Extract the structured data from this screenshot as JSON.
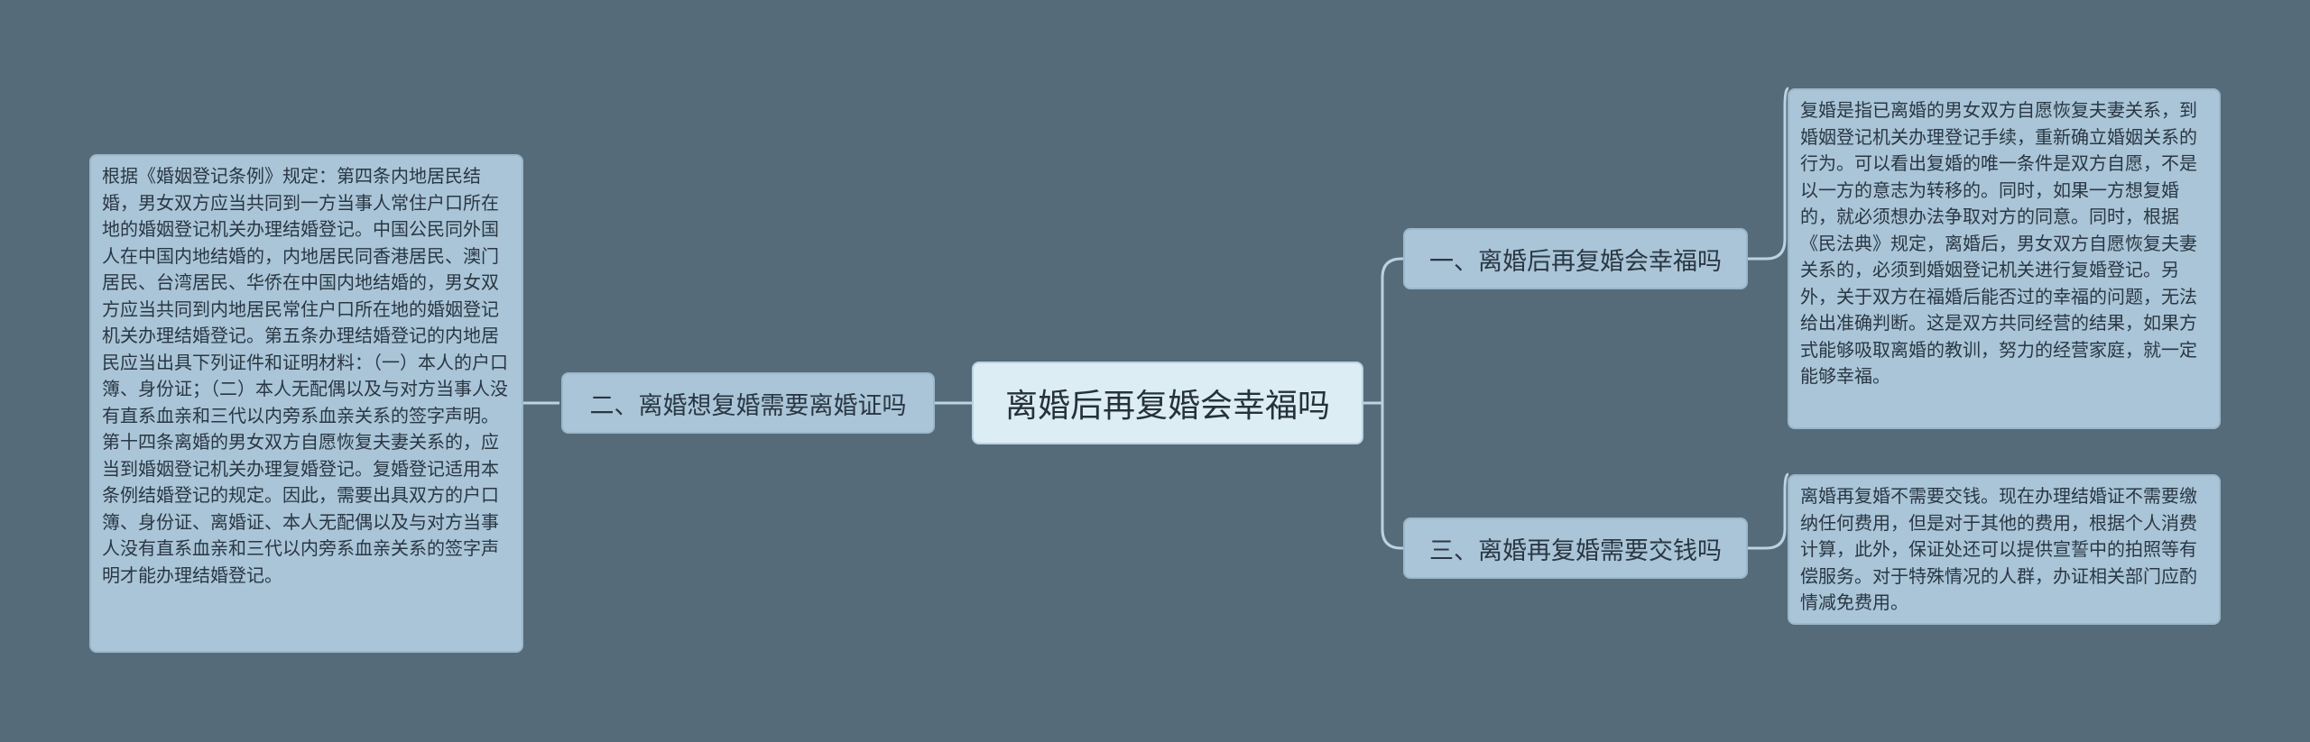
{
  "root": {
    "label": "离婚后再复婚会幸福吗"
  },
  "branches": [
    {
      "label": "一、离婚后再复婚会幸福吗",
      "detail": "复婚是指已离婚的男女双方自愿恢复夫妻关系，到婚姻登记机关办理登记手续，重新确立婚姻关系的行为。可以看出复婚的唯一条件是双方自愿，不是以一方的意志为转移的。同时，如果一方想复婚的，就必须想办法争取对方的同意。同时，根据《民法典》规定，离婚后，男女双方自愿恢复夫妻关系的，必须到婚姻登记机关进行复婚登记。另外，关于双方在福婚后能否过的幸福的问题，无法给出准确判断。这是双方共同经营的结果，如果方式能够吸取离婚的教训，努力的经营家庭，就一定能够幸福。"
    },
    {
      "label": "二、离婚想复婚需要离婚证吗",
      "detail": " 根据《婚姻登记条例》规定：第四条内地居民结婚，男女双方应当共同到一方当事人常住户口所在地的婚姻登记机关办理结婚登记。中国公民同外国人在中国内地结婚的，内地居民同香港居民、澳门居民、台湾居民、华侨在中国内地结婚的，男女双方应当共同到内地居民常住户口所在地的婚姻登记机关办理结婚登记。第五条办理结婚登记的内地居民应当出具下列证件和证明材料：（一）本人的户口簿、身份证；（二）本人无配偶以及与对方当事人没有直系血亲和三代以内旁系血亲关系的签字声明。第十四条离婚的男女双方自愿恢复夫妻关系的，应当到婚姻登记机关办理复婚登记。复婚登记适用本条例结婚登记的规定。因此，需要出具双方的户口簿、身份证、离婚证、本人无配偶以及与对方当事人没有直系血亲和三代以内旁系血亲关系的签字声明才能办理结婚登记。"
    },
    {
      "label": "三、离婚再复婚需要交钱吗",
      "detail": "离婚再复婚不需要交钱。现在办理结婚证不需要缴纳任何费用，但是对于其他的费用，根据个人消费计算，此外，保证处还可以提供宣誓中的拍照等有偿服务。对于特殊情况的人群，办证相关部门应酌情减免费用。"
    }
  ]
}
